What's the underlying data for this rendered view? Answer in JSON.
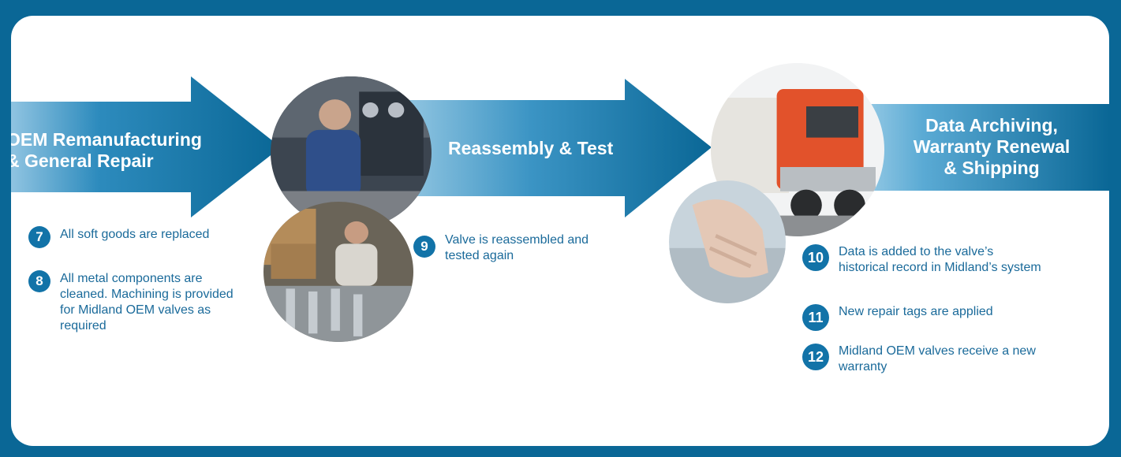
{
  "stages": [
    {
      "title_line1": "OEM Remanufacturing",
      "title_line2": "& General Repair"
    },
    {
      "title_line1": "Reassembly & Test"
    },
    {
      "title_line1": "Data Archiving,",
      "title_line2": "Warranty Renewal",
      "title_line3": "& Shipping"
    }
  ],
  "steps": [
    {
      "number": "7",
      "text": "All soft goods are replaced"
    },
    {
      "number": "8",
      "text": "All metal components are cleaned. Machining is provided for Midland OEM valves as required"
    },
    {
      "number": "9",
      "text": "Valve is reassembled and tested again"
    },
    {
      "number": "10",
      "text": "Data is added to the valve’s historical record in Midland’s system"
    },
    {
      "number": "11",
      "text": "New repair tags are applied"
    },
    {
      "number": "12",
      "text": "Midland OEM valves receive a new warranty"
    }
  ],
  "photos": [
    {
      "subject": "technician-at-test-bench"
    },
    {
      "subject": "worker-in-warehouse-with-valves"
    },
    {
      "subject": "red-semi-truck"
    },
    {
      "subject": "hands-typing-on-keyboard"
    }
  ],
  "colors": {
    "border": "#0a6796",
    "arrow_dark": "#0a6796",
    "arrow_light": "#8fc3e0",
    "badge": "#1273a8",
    "step_text": "#1a6a9a"
  }
}
